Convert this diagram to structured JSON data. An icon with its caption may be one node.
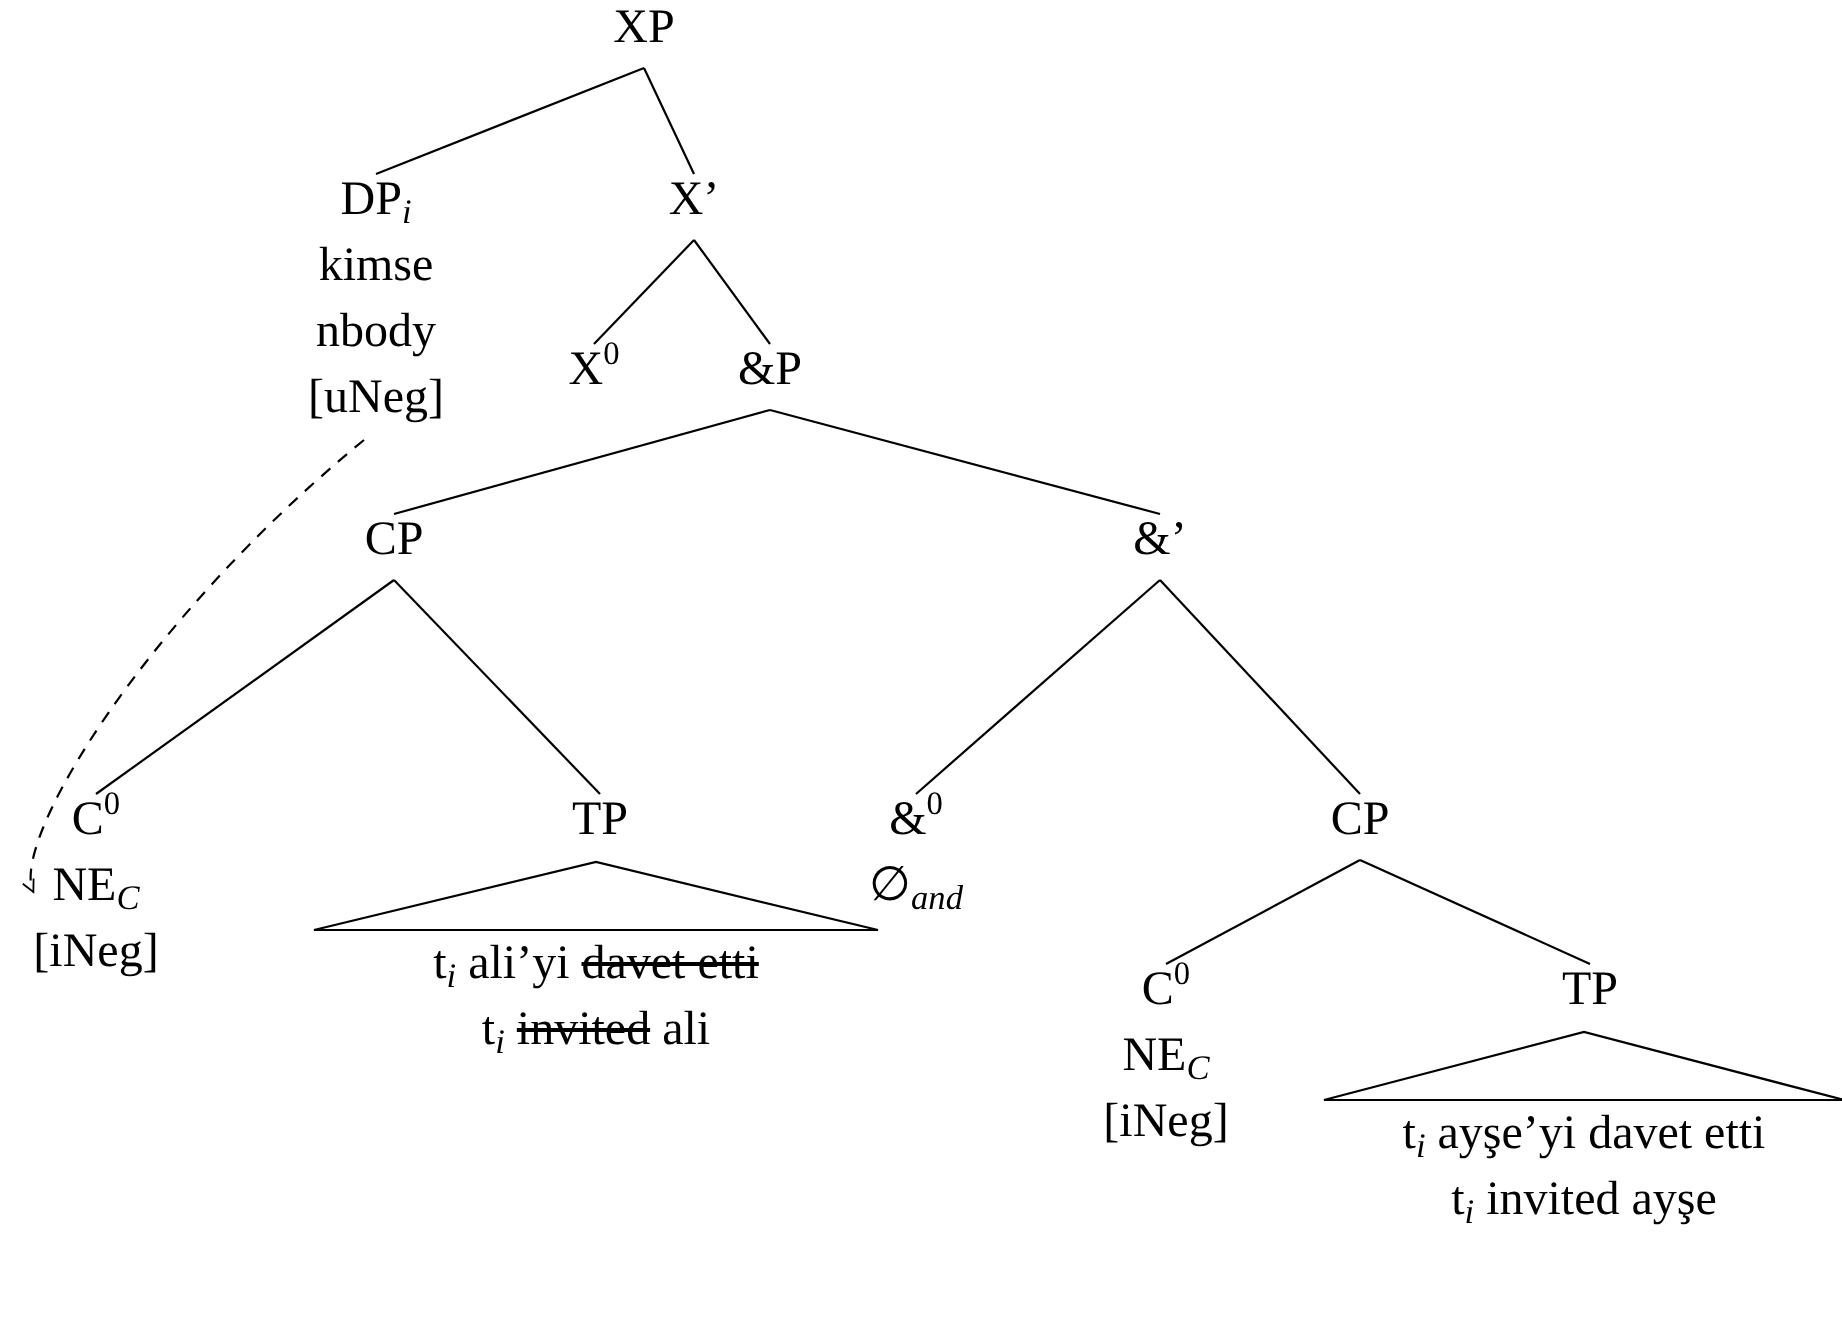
{
  "diagram": {
    "nodes": [
      {
        "text": [
          "XP"
        ]
      },
      {
        "text": [
          "DP$_{i}$",
          "kimse",
          "nbody",
          "[uNeg]"
        ]
      },
      {
        "text": [
          "X’"
        ]
      },
      {
        "text": [
          "X$^{0}$"
        ]
      },
      {
        "text": [
          "&P"
        ]
      },
      {
        "text": [
          "CP"
        ]
      },
      {
        "text": [
          "&’"
        ]
      },
      {
        "text": [
          "C$^{0}$",
          "NE$_{C}$",
          "[iNeg]"
        ]
      },
      {
        "text": [
          "TP"
        ]
      },
      {
        "text": [],
        "shape": "triangle",
        "beside": [
          "t$_{i}$ ali’yi",
          "davet etti",
          "t$_{i}$",
          "invited",
          "ali"
        ]
      },
      {
        "text": [
          "&$^{0}$",
          "∅$_{and}$"
        ]
      },
      {
        "text": [
          "CP"
        ]
      },
      {
        "text": [
          "C$^{0}$",
          "NE$_{C}$",
          "[iNeg]"
        ]
      },
      {
        "text": [
          "TP"
        ]
      },
      {
        "text": [],
        "shape": "triangle",
        "beside": [
          "t$_{i}$ ayşe’yi davet etti",
          "t$_{i}$ invited ayşe"
        ]
      }
    ],
    "edges": [
      {
        "from": 0,
        "to": 1,
        "arrow": "none"
      },
      {
        "from": 0,
        "to": 2,
        "arrow": "none"
      },
      {
        "from": 2,
        "to": 3,
        "arrow": "none"
      },
      {
        "from": 2,
        "to": 4,
        "arrow": "none"
      },
      {
        "from": 4,
        "to": 5,
        "arrow": "none"
      },
      {
        "from": 4,
        "to": 6,
        "arrow": "none"
      },
      {
        "from": 5,
        "to": 7,
        "arrow": "none"
      },
      {
        "from": 5,
        "to": 8,
        "arrow": "none"
      },
      {
        "from": 6,
        "to": 10,
        "arrow": "none"
      },
      {
        "from": 6,
        "to": 11,
        "arrow": "none"
      },
      {
        "from": 11,
        "to": 12,
        "arrow": "none"
      },
      {
        "from": 11,
        "to": 13,
        "arrow": "none"
      },
      {
        "from": 1,
        "to": 7,
        "arrow": "to",
        "style": "dashed"
      }
    ]
  }
}
